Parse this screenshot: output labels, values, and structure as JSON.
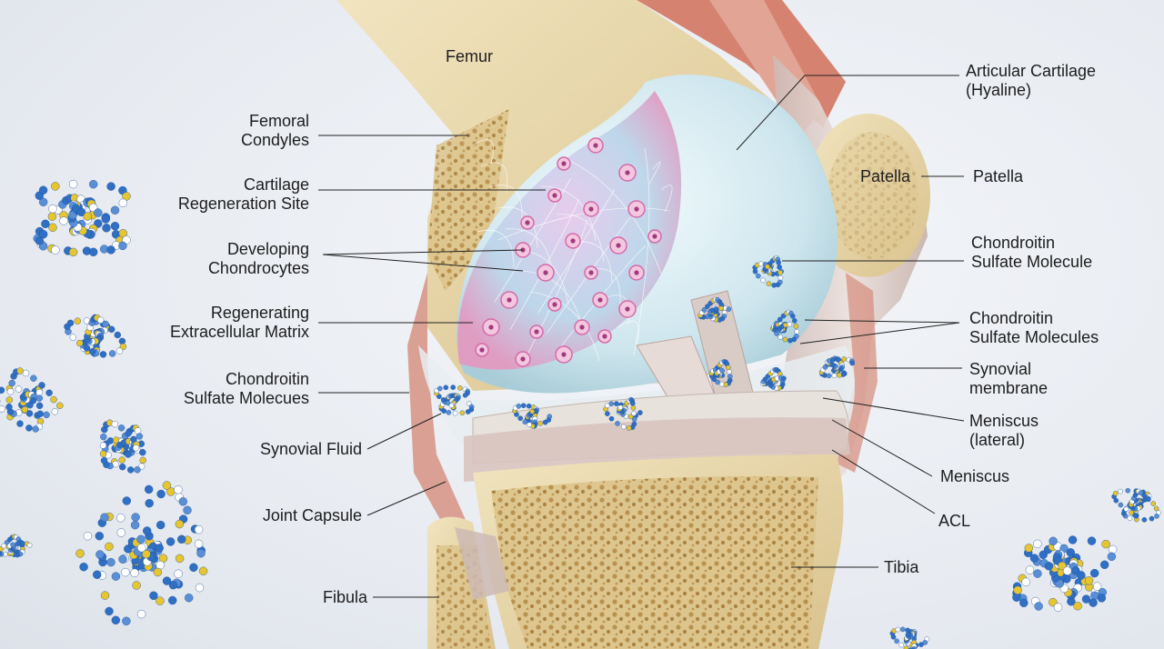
{
  "labels": {
    "femur": "Femur",
    "femoral_condyles": [
      "Femoral",
      "Condyles"
    ],
    "cartilage_regen_site": [
      "Cartilage",
      "Regeneration Site"
    ],
    "developing_chondrocytes": [
      "Developing",
      "Chondrocytes"
    ],
    "regen_ecm": [
      "Regenerating",
      "Extracellular Matrix"
    ],
    "cs_molecues_left": [
      "Chondroitin",
      "Sulfate Molecues"
    ],
    "synovial_fluid": "Synovial Fluid",
    "joint_capsule": "Joint Capsule",
    "fibula": "Fibula",
    "articular_cartilage": [
      "Articular Cartilage",
      "(Hyaline)"
    ],
    "patella_inner": "Patella",
    "patella_outer": "Patella",
    "cs_molecule_right": [
      "Chondroitin",
      "Sulfate Molecule"
    ],
    "cs_molecules_right": [
      "Chondroitin",
      "Sulfate Molecules"
    ],
    "synovial_membrane": [
      "Synovial",
      "membrane"
    ],
    "meniscus_lateral": [
      "Meniscus",
      "(lateral)"
    ],
    "meniscus": "Meniscus",
    "acl": "ACL",
    "tibia": "Tibia"
  },
  "colors": {
    "bone": "#e8d8ae",
    "spongy_bone": "#c9a766",
    "cartilage": "#cfe6ee",
    "chondrocyte": "#d46aa8",
    "ligament": "#d9c7c0",
    "muscle": "#d78a78",
    "molecule_blue": "#2f6fc4",
    "molecule_yellow": "#e7c52e"
  }
}
